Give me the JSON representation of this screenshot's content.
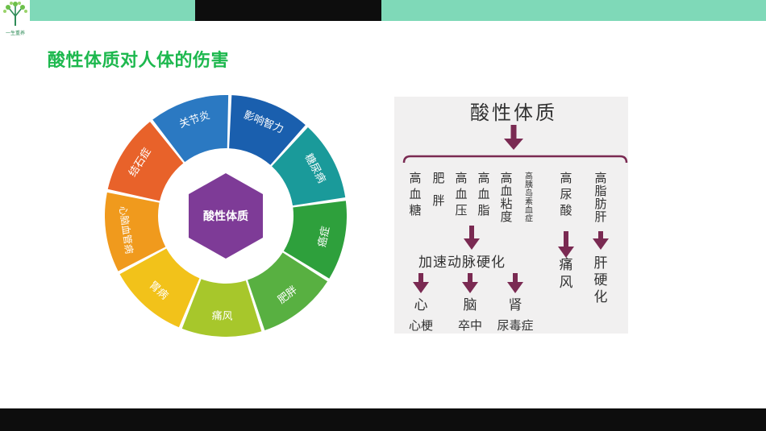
{
  "logo": {
    "text": "一生重养"
  },
  "title": "酸性体质对人体的伤害",
  "wheel": {
    "center": "酸性体质",
    "segments": [
      {
        "label": "影响智力",
        "color": "#1a5fae"
      },
      {
        "label": "糖尿病",
        "color": "#1a9a9a"
      },
      {
        "label": "癌症",
        "color": "#2ea03c"
      },
      {
        "label": "肥胖",
        "color": "#58b041"
      },
      {
        "label": "痛风",
        "color": "#a7c72b"
      },
      {
        "label": "胃病",
        "color": "#f2c21a"
      },
      {
        "label": "心脑血管病",
        "color": "#f09a1d"
      },
      {
        "label": "结石症",
        "color": "#e8622a"
      },
      {
        "label": "关节炎",
        "color": "#2b79c2"
      }
    ]
  },
  "flow": {
    "root": "酸性体质",
    "group1": [
      "高血糖",
      "肥胖",
      "高血压",
      "高血脂",
      "高血粘度",
      "高胰岛素血症"
    ],
    "group2": "高尿酸",
    "group3": "高脂肪肝",
    "mid": "加速动脉硬化",
    "out2": "痛风",
    "out3": "肝硬化",
    "leaves": [
      {
        "organ": "心",
        "disease": "心梗"
      },
      {
        "organ": "脑",
        "disease": "卒中"
      },
      {
        "organ": "肾",
        "disease": "尿毒症"
      }
    ]
  }
}
